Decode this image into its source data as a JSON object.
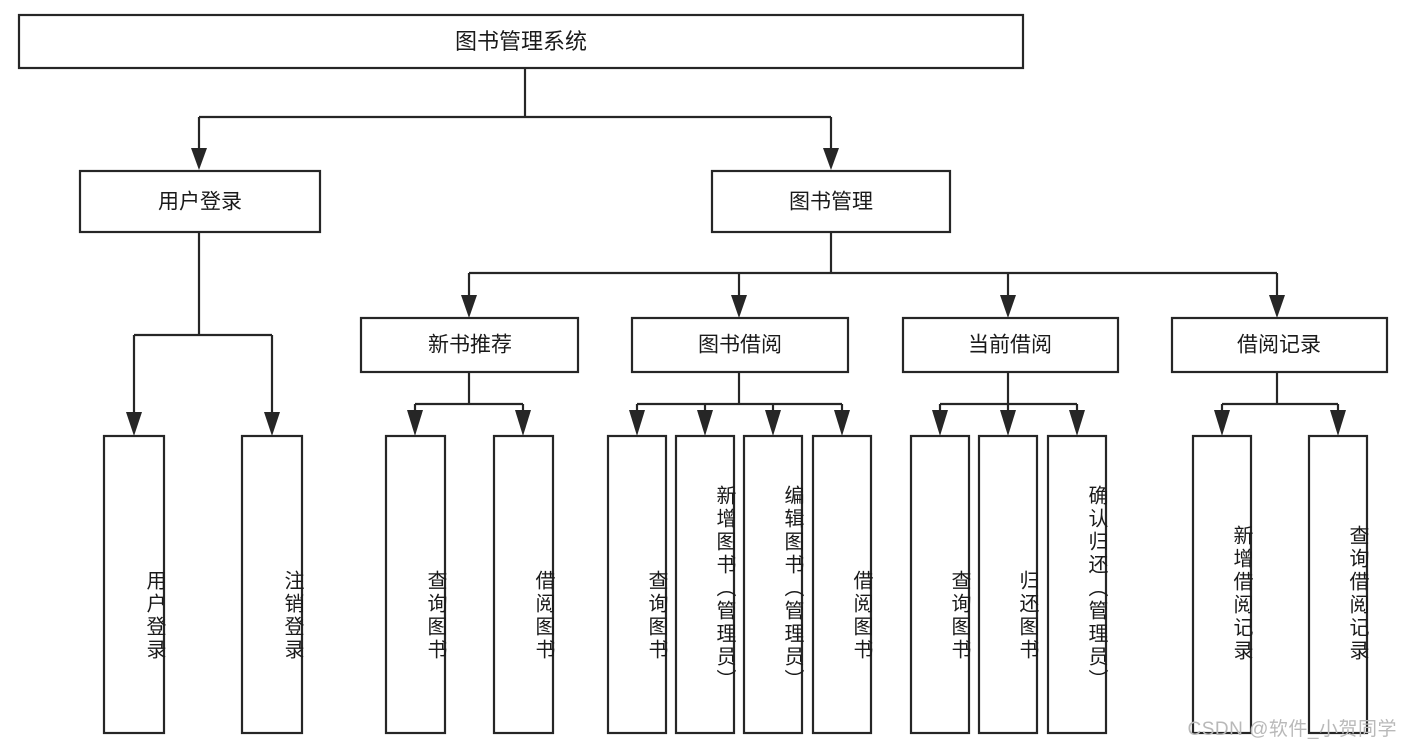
{
  "diagram": {
    "title": "图书管理系统",
    "type": "tree-hierarchy-diagram",
    "colors": {
      "stroke": "#262626",
      "fill": "#ffffff",
      "text": "#1a1a1a",
      "watermark": "#b9b9b9"
    },
    "root": {
      "label": "图书管理系统"
    },
    "level2": [
      {
        "label": "用户登录"
      },
      {
        "label": "图书管理"
      }
    ],
    "level3": [
      {
        "label": "新书推荐"
      },
      {
        "label": "图书借阅"
      },
      {
        "label": "当前借阅"
      },
      {
        "label": "借阅记录"
      }
    ],
    "leaves": {
      "user_login": [
        {
          "label": "用户登录"
        },
        {
          "label": "注销登录"
        }
      ],
      "new_book_recommend": [
        {
          "label": "查询图书"
        },
        {
          "label": "借阅图书"
        }
      ],
      "book_borrow": [
        {
          "label": "查询图书"
        },
        {
          "label": "新增图书（管理员）"
        },
        {
          "label": "编辑图书（管理员）"
        },
        {
          "label": "借阅图书"
        }
      ],
      "current_borrow": [
        {
          "label": "查询图书"
        },
        {
          "label": "归还图书"
        },
        {
          "label": "确认归还（管理员）"
        }
      ],
      "borrow_record": [
        {
          "label": "新增借阅记录"
        },
        {
          "label": "查询借阅记录"
        }
      ]
    },
    "watermark": "CSDN @软件_小贺同学"
  }
}
